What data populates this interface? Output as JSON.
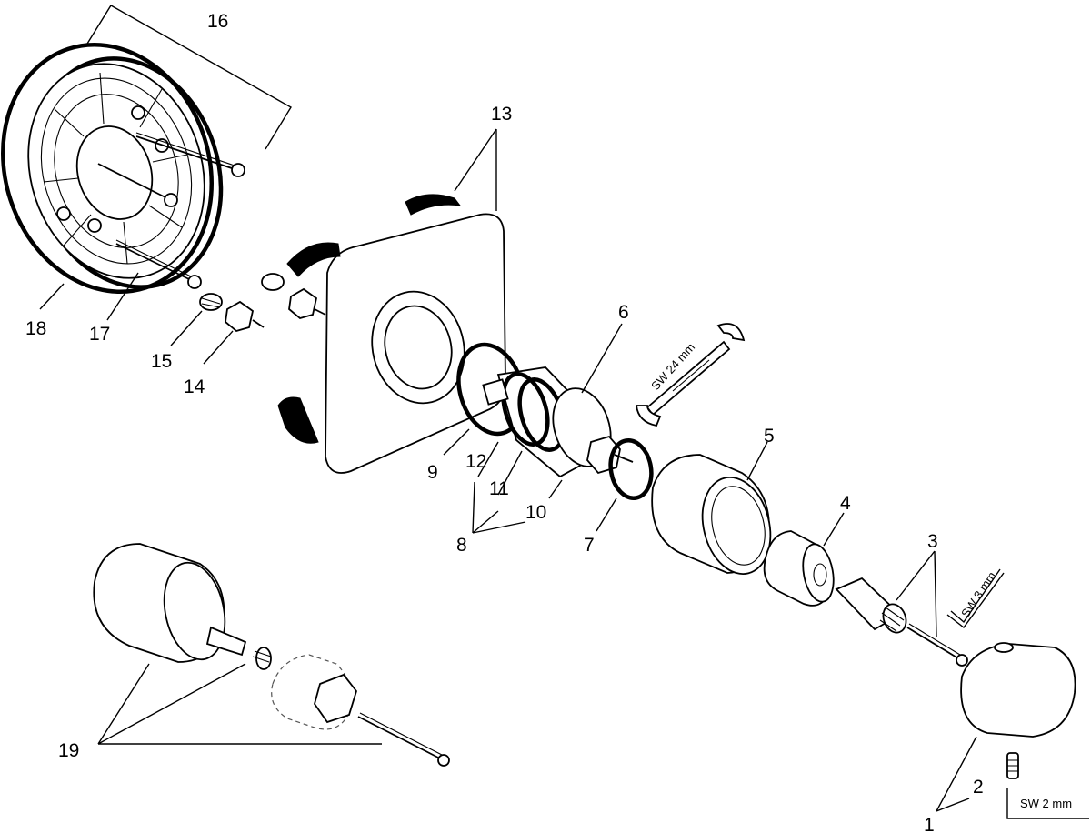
{
  "labels": {
    "p1": "1",
    "p2": "2",
    "p3": "3",
    "p4": "4",
    "p5": "5",
    "p6": "6",
    "p7": "7",
    "p8": "8",
    "p9": "9",
    "p10": "10",
    "p11": "11",
    "p12": "12",
    "p13": "13",
    "p14": "14",
    "p15": "15",
    "p16": "16",
    "p17": "17",
    "p18": "18",
    "p19": "19"
  },
  "tools": {
    "wrench": "SW 24 mm",
    "hex_key_3": "SW 3 mm",
    "hex_key_2": "SW 2 mm"
  }
}
